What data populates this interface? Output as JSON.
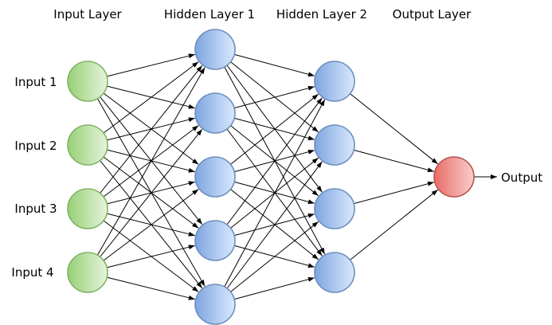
{
  "layers": [
    {
      "id": "input",
      "title": "Input Layer",
      "node_count": 4,
      "color": "green"
    },
    {
      "id": "hidden1",
      "title": "Hidden Layer 1",
      "node_count": 5,
      "color": "blue"
    },
    {
      "id": "hidden2",
      "title": "Hidden Layer 2",
      "node_count": 4,
      "color": "blue"
    },
    {
      "id": "output",
      "title": "Output Layer",
      "node_count": 1,
      "color": "red"
    }
  ],
  "input_labels": [
    "Input 1",
    "Input 2",
    "Input 3",
    "Input 4"
  ],
  "output_label": "Output",
  "connections": "fully-connected",
  "colors": {
    "green_fill_light": "#e6f4dc",
    "green_fill_dark": "#97d077",
    "green_stroke": "#82b366",
    "blue_fill_light": "#dae8fc",
    "blue_fill_dark": "#7ea6e0",
    "blue_stroke": "#6c8ebf",
    "red_fill_light": "#f8cecc",
    "red_fill_dark": "#ea6b66",
    "red_stroke": "#b85450",
    "edge": "#000000"
  }
}
